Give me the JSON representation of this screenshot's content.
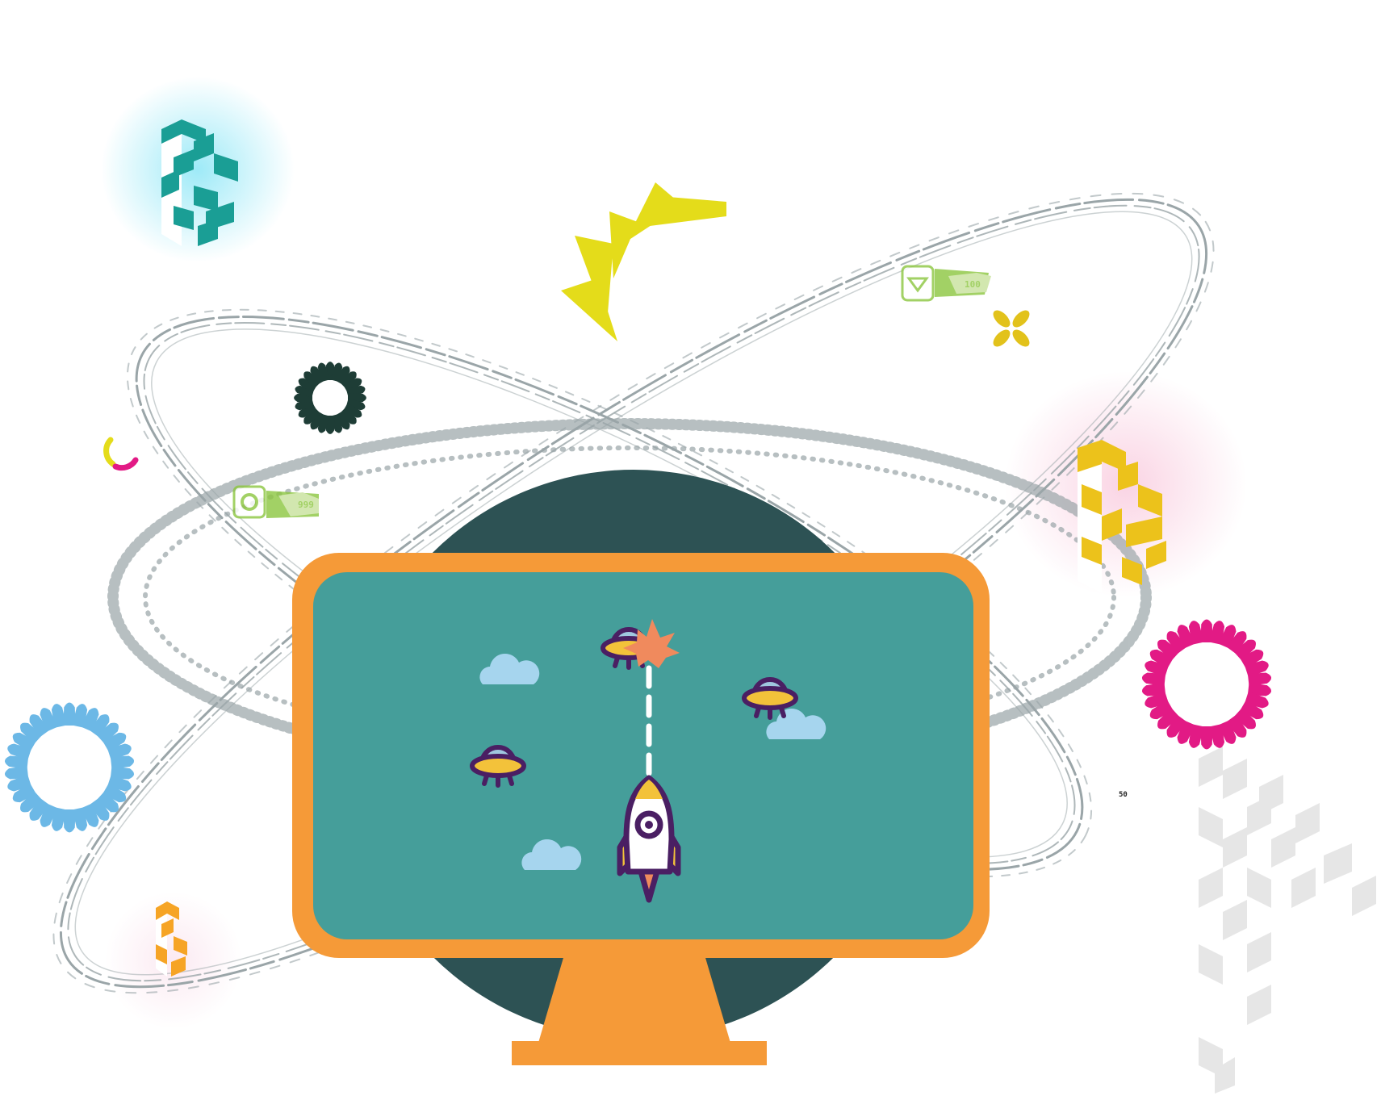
{
  "badges": {
    "left_value": "999",
    "right_value": "100"
  },
  "corner_number": "50",
  "colors": {
    "background": "#ffffff",
    "planet": "#2d5254",
    "monitor_frame": "#f59a38",
    "screen": "#459e9a",
    "outline": "#4a1f63",
    "ufo_dome": "#9fc7df",
    "ufo_body": "#f3c23a",
    "cloud": "#a6d5ee",
    "explosion": "#f08a5d",
    "teal_block": "#1a9e95",
    "yellow_block": "#ecc21b",
    "orange_block": "#f6a425",
    "blue_ring": "#6cb8e6",
    "pink_ring": "#e21a85",
    "dark_ring": "#1e3d36",
    "badge_green": "#8cc63f",
    "orbit_gray": "#9aa5a8",
    "sparkle_yellow": "#e4dc1a"
  },
  "icons": [
    "planet",
    "monitor",
    "rocket-icon",
    "ufo-icon",
    "cloud-icon",
    "explosion-icon",
    "pixel-block-icon",
    "gear-ring-icon",
    "sparkle-icon",
    "clover-icon",
    "gem-badge-icon",
    "coin-badge-icon",
    "loader-arc-icon"
  ]
}
